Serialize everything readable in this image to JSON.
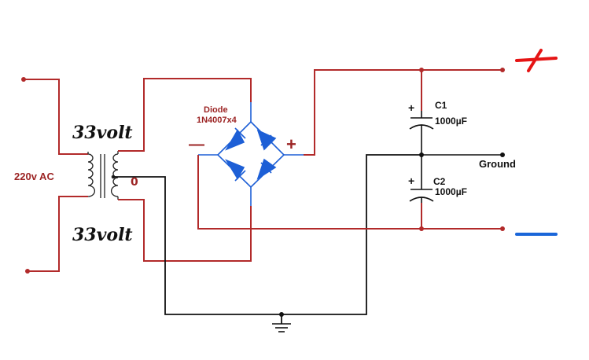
{
  "colors": {
    "wire_red": "#b22a2a",
    "wire_black": "#111111",
    "diode_blue": "#1d5fd6",
    "label_red": "#9c2424",
    "plus_red": "#e51414",
    "minus_blue": "#1a66d9"
  },
  "input_label": "220v AC",
  "secondary_voltage_top": "33volt",
  "secondary_voltage_bottom": "33volt",
  "center_tap_label": "0",
  "bridge": {
    "name": "Diode",
    "part": "1N4007x4",
    "plus_sign": "+",
    "minus_sign": "—"
  },
  "capacitors": [
    {
      "name": "C1",
      "value": "1000µF",
      "polarity": "+"
    },
    {
      "name": "C2",
      "value": "1000µF",
      "polarity": "+"
    }
  ],
  "ground_label": "Ground",
  "icons": [
    "ground-symbol-icon",
    "transformer-icon",
    "capacitor-icon",
    "diode-icon"
  ]
}
